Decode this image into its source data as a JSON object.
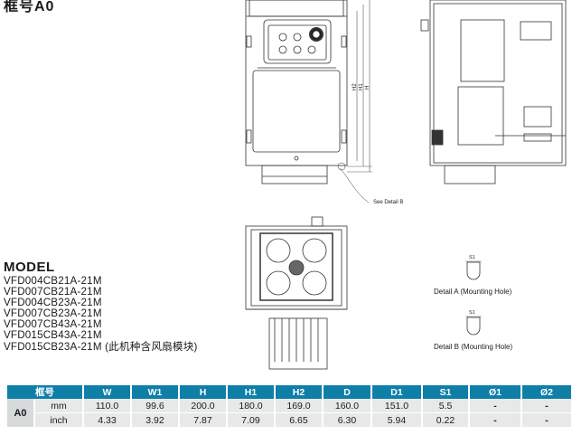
{
  "frame_title": "框号A0",
  "model_list": {
    "title": "MODEL",
    "items": [
      "VFD004CB21A-21M",
      "VFD007CB21A-21M",
      "VFD004CB23A-21M",
      "VFD007CB23A-21M",
      "VFD007CB43A-21M",
      "VFD015CB43A-21M",
      "VFD015CB23A-21M (此机种含风扇模块)"
    ]
  },
  "drawing_labels": {
    "see_detail_b": "See Detail B",
    "h2": "H2",
    "h1": "H1",
    "h": "H",
    "s1_a": "S1",
    "s1_b": "S1",
    "detail_a": "Detail A (Mounting Hole)",
    "detail_b": "Detail B (Mounting Hole)"
  },
  "table": {
    "headers": [
      "框号",
      "",
      "W",
      "W1",
      "H",
      "H1",
      "H2",
      "D",
      "D1",
      "S1",
      "Ø1",
      "Ø2"
    ],
    "frame": "A0",
    "rows": [
      {
        "unit": "mm",
        "values": [
          "110.0",
          "99.6",
          "200.0",
          "180.0",
          "169.0",
          "160.0",
          "151.0",
          "5.5",
          "-",
          "-"
        ]
      },
      {
        "unit": "inch",
        "values": [
          "4.33",
          "3.92",
          "7.87",
          "7.09",
          "6.65",
          "6.30",
          "5.94",
          "0.22",
          "-",
          "-"
        ]
      }
    ]
  },
  "colors": {
    "header_bg": "#0f7fa8",
    "cell_bg": "#e7e9e9"
  }
}
